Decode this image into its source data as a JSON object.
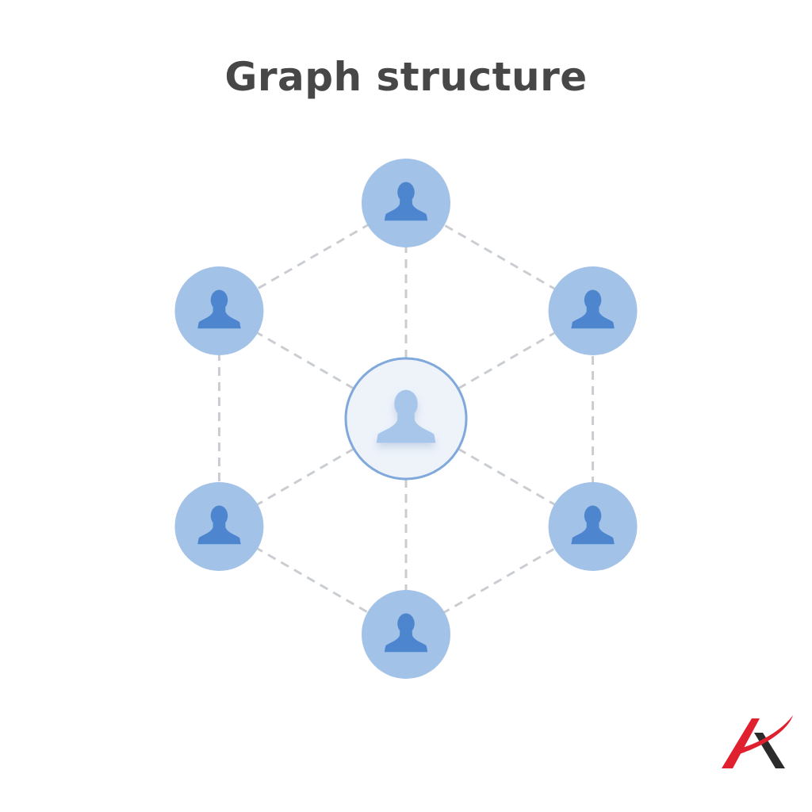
{
  "title": "Graph structure",
  "colors": {
    "node_fill": "#a3c2e8",
    "person_fill": "#4d86cf",
    "center_fill": "#eef3fa",
    "center_ring": "#7fa8dc",
    "center_person": "#a8c6ea",
    "edge": "#c9cdd2",
    "title": "#474747",
    "logo_red": "#e0202e",
    "logo_dark": "#2b2b2b"
  },
  "icons": {
    "node": "person-icon",
    "logo": "brand-logo"
  },
  "graph": {
    "center": "center-user",
    "outer": [
      "top-user",
      "upper-right-user",
      "lower-right-user",
      "bottom-user",
      "lower-left-user",
      "upper-left-user"
    ],
    "edges": [
      [
        "top-user",
        "upper-right-user"
      ],
      [
        "upper-right-user",
        "lower-right-user"
      ],
      [
        "lower-right-user",
        "bottom-user"
      ],
      [
        "bottom-user",
        "lower-left-user"
      ],
      [
        "lower-left-user",
        "upper-left-user"
      ],
      [
        "upper-left-user",
        "top-user"
      ],
      [
        "center-user",
        "top-user"
      ],
      [
        "center-user",
        "upper-right-user"
      ],
      [
        "center-user",
        "lower-right-user"
      ],
      [
        "center-user",
        "bottom-user"
      ],
      [
        "center-user",
        "lower-left-user"
      ],
      [
        "center-user",
        "upper-left-user"
      ]
    ]
  }
}
